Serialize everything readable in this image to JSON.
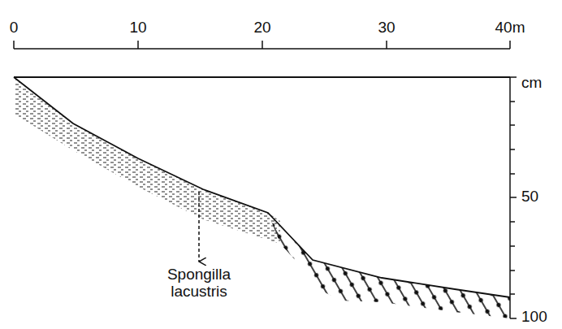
{
  "diagram": {
    "labels": [
      "0",
      "10",
      "20",
      "30",
      "40m",
      "cm",
      "50",
      "100",
      "Spongilla lacustris"
    ]
  }
}
